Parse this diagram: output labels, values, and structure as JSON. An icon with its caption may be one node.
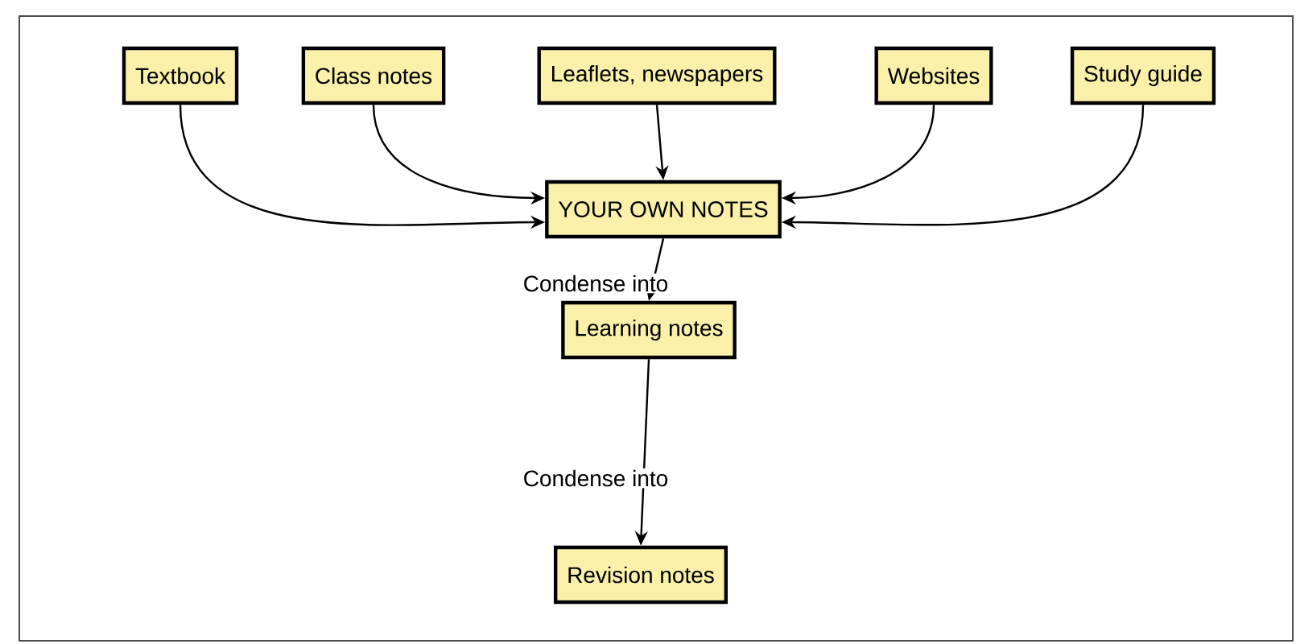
{
  "diagram": {
    "nodes": [
      {
        "text": [
          "Textbook"
        ]
      },
      {
        "text": [
          "Class notes"
        ]
      },
      {
        "text": [
          "Leaflets, newspapers"
        ]
      },
      {
        "text": [
          "Websites"
        ]
      },
      {
        "text": [
          "Study guide"
        ]
      },
      {
        "text": [
          "YOUR OWN NOTES"
        ]
      },
      {
        "text": [
          "Learning notes"
        ]
      },
      {
        "text": [
          "Revision notes"
        ]
      }
    ],
    "edges": [
      {
        "from": 0,
        "to": 5,
        "arrow": "to"
      },
      {
        "from": 1,
        "to": 5,
        "arrow": "to"
      },
      {
        "from": 2,
        "to": 5,
        "arrow": "to"
      },
      {
        "from": 3,
        "to": 5,
        "arrow": "to"
      },
      {
        "from": 4,
        "to": 5,
        "arrow": "to"
      },
      {
        "from": 5,
        "to": 6,
        "label": "Condense into",
        "arrow": "to"
      },
      {
        "from": 6,
        "to": 7,
        "label": "Condense into",
        "arrow": "to"
      }
    ]
  }
}
